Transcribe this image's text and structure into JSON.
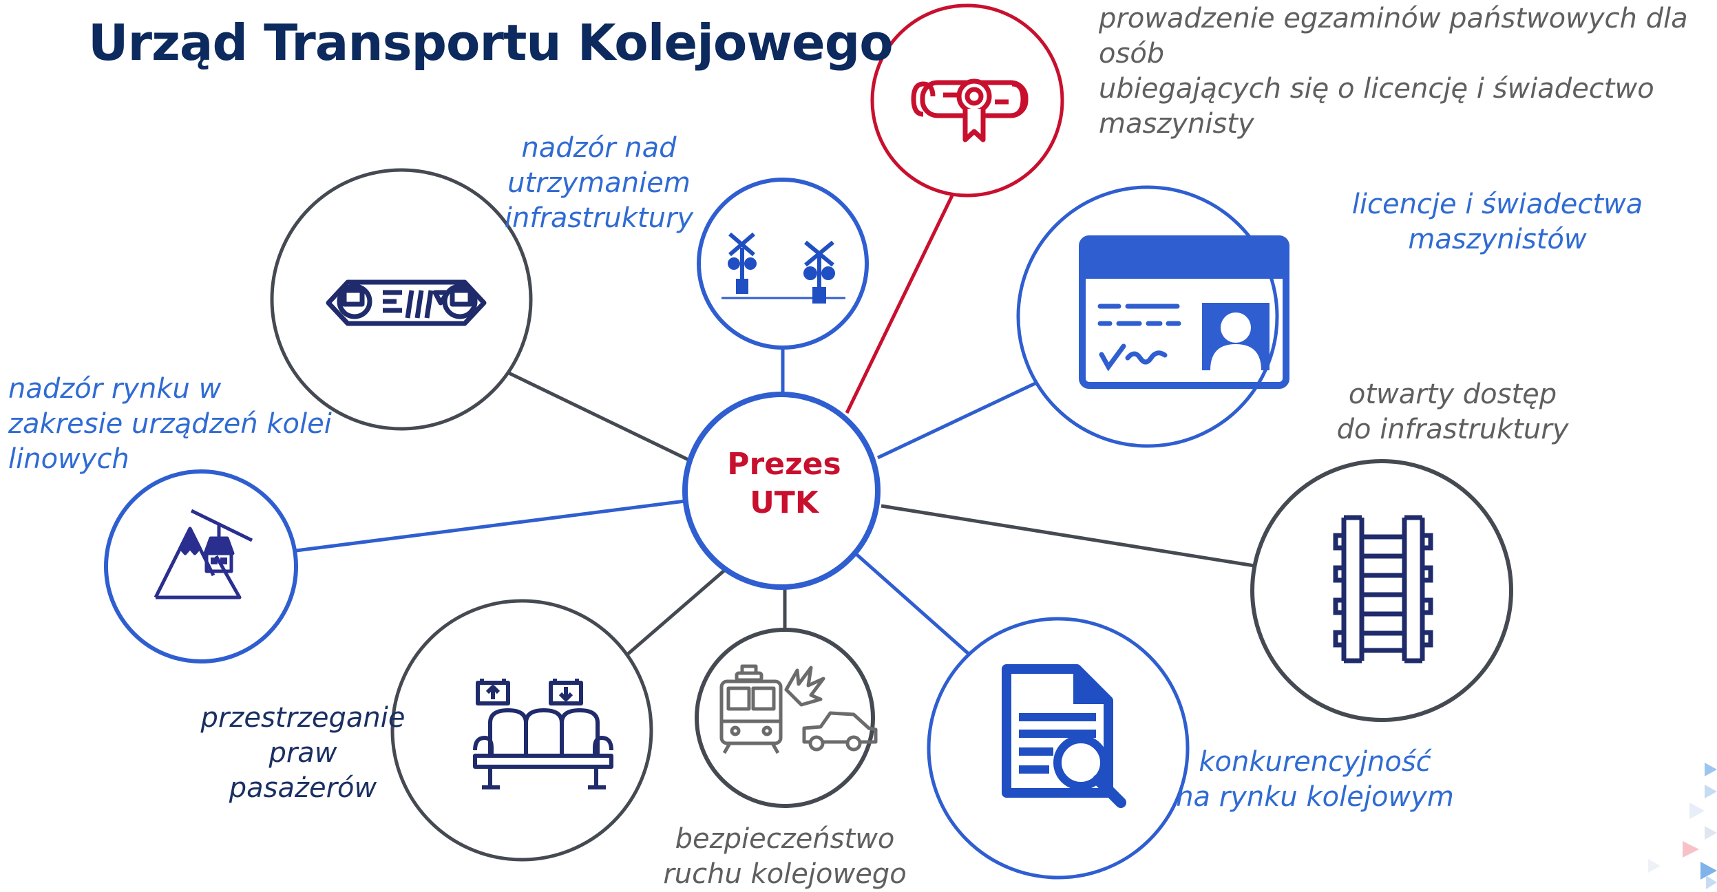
{
  "title": "Urząd Transportu Kolejowego",
  "center": {
    "line1": "Prezes",
    "line2": "UTK"
  },
  "labels": {
    "egzaminy": "prowadzenie egzaminów państwowych dla osób\nubiegających się o licencję i świadectwo\nmaszynisty",
    "utrzymanie": "nadzór nad utrzymaniem\ninfrastruktury",
    "licencje": "licencje i świadectwa\nmaszynistów",
    "dostep": "otwarty dostęp\ndo infrastruktury",
    "rynek_linowy": "nadzór rynku w\nzakresie urządzeń kolei\nlinowych",
    "pasazerowie": "przestrzeganie\npraw\npasażerów",
    "bezpieczenstwo": "bezpieczeństwo\nruchu kolejowego",
    "konkurencja": "konkurencyjność\nna rynku kolejowym"
  },
  "icons": {
    "wagon": "rail-bogie-icon",
    "crossing": "railway-crossing-icon",
    "diploma": "diploma-icon",
    "license": "license-card-icon",
    "cable": "cable-car-icon",
    "track": "railway-track-icon",
    "seats": "passenger-seats-icon",
    "accident": "train-car-collision-icon",
    "document": "document-search-icon"
  },
  "colors": {
    "title": "#0d2a5e",
    "accent_red": "#c8102e",
    "blue": "#2f5ed0",
    "dark_grey": "#454a52",
    "icon_navy": "#1f2b6b"
  }
}
